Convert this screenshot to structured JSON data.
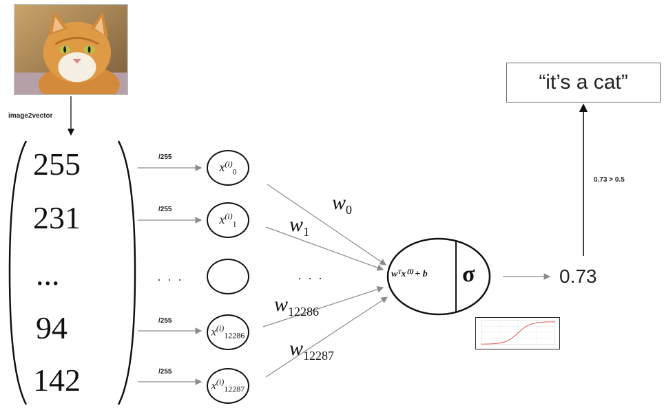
{
  "image_label": "image2vector",
  "input_vector": [
    "255",
    "231",
    "...",
    "94",
    "142"
  ],
  "scale_labels": [
    "/255",
    "/255",
    "/255",
    "/255"
  ],
  "hidden_dots": "· · ·",
  "mid_dots": "· · ·",
  "nodes": [
    {
      "base": "x",
      "sub": "0",
      "sup": "(i)"
    },
    {
      "base": "x",
      "sub": "1",
      "sup": "(i)"
    },
    {
      "base": "",
      "sub": "",
      "sup": ""
    },
    {
      "base": "x",
      "sub": "12286",
      "sup": "(i)"
    },
    {
      "base": "x",
      "sub": "12287",
      "sup": "(i)"
    }
  ],
  "weights": [
    {
      "base": "w",
      "sub": "0"
    },
    {
      "base": "w",
      "sub": "1"
    },
    {
      "base": "w",
      "sub": "12286"
    },
    {
      "base": "w",
      "sub": "12287"
    }
  ],
  "neuron": {
    "linear": "wᵀx⁽ⁱ⁾ + b",
    "activation": "σ"
  },
  "output_value": "0.73",
  "threshold_label": "0.73 > 0.5",
  "output_text": "“it’s a cat”",
  "colors": {
    "arrow": "#8a8a8a",
    "ink": "#111111",
    "sigmoid_curve": "#e05050"
  }
}
